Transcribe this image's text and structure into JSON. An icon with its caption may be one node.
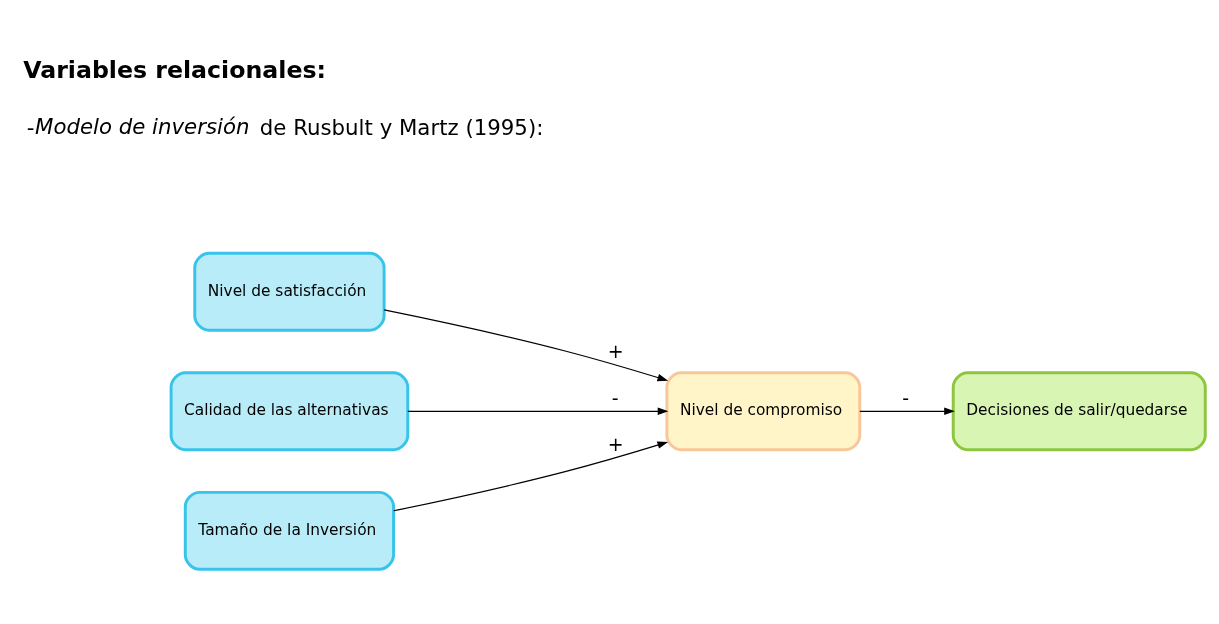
{
  "diagram": {
    "title": "Variables relacionales:",
    "nodes": [
      {
        "text": [
          "Nivel de satisfacción"
        ]
      },
      {
        "text": [
          "Calidad de las alternativas"
        ]
      },
      {
        "text": [
          "Tamaño de la Inversión"
        ]
      },
      {
        "text": [
          "Nivel de compromiso"
        ]
      },
      {
        "text": [
          "Decisiones de salir/quedarse"
        ]
      }
    ],
    "edges": [
      {
        "from": 0,
        "to": 3,
        "arrow": "to",
        "label": "+"
      },
      {
        "from": 1,
        "to": 3,
        "arrow": "to",
        "label": "-"
      },
      {
        "from": 2,
        "to": 3,
        "arrow": "to",
        "label": "+"
      },
      {
        "from": 3,
        "to": 4,
        "arrow": "to",
        "label": "-"
      }
    ],
    "labels": [
      "-*Modelo de inversión* de Rusbult y Martz (1995):"
    ]
  }
}
